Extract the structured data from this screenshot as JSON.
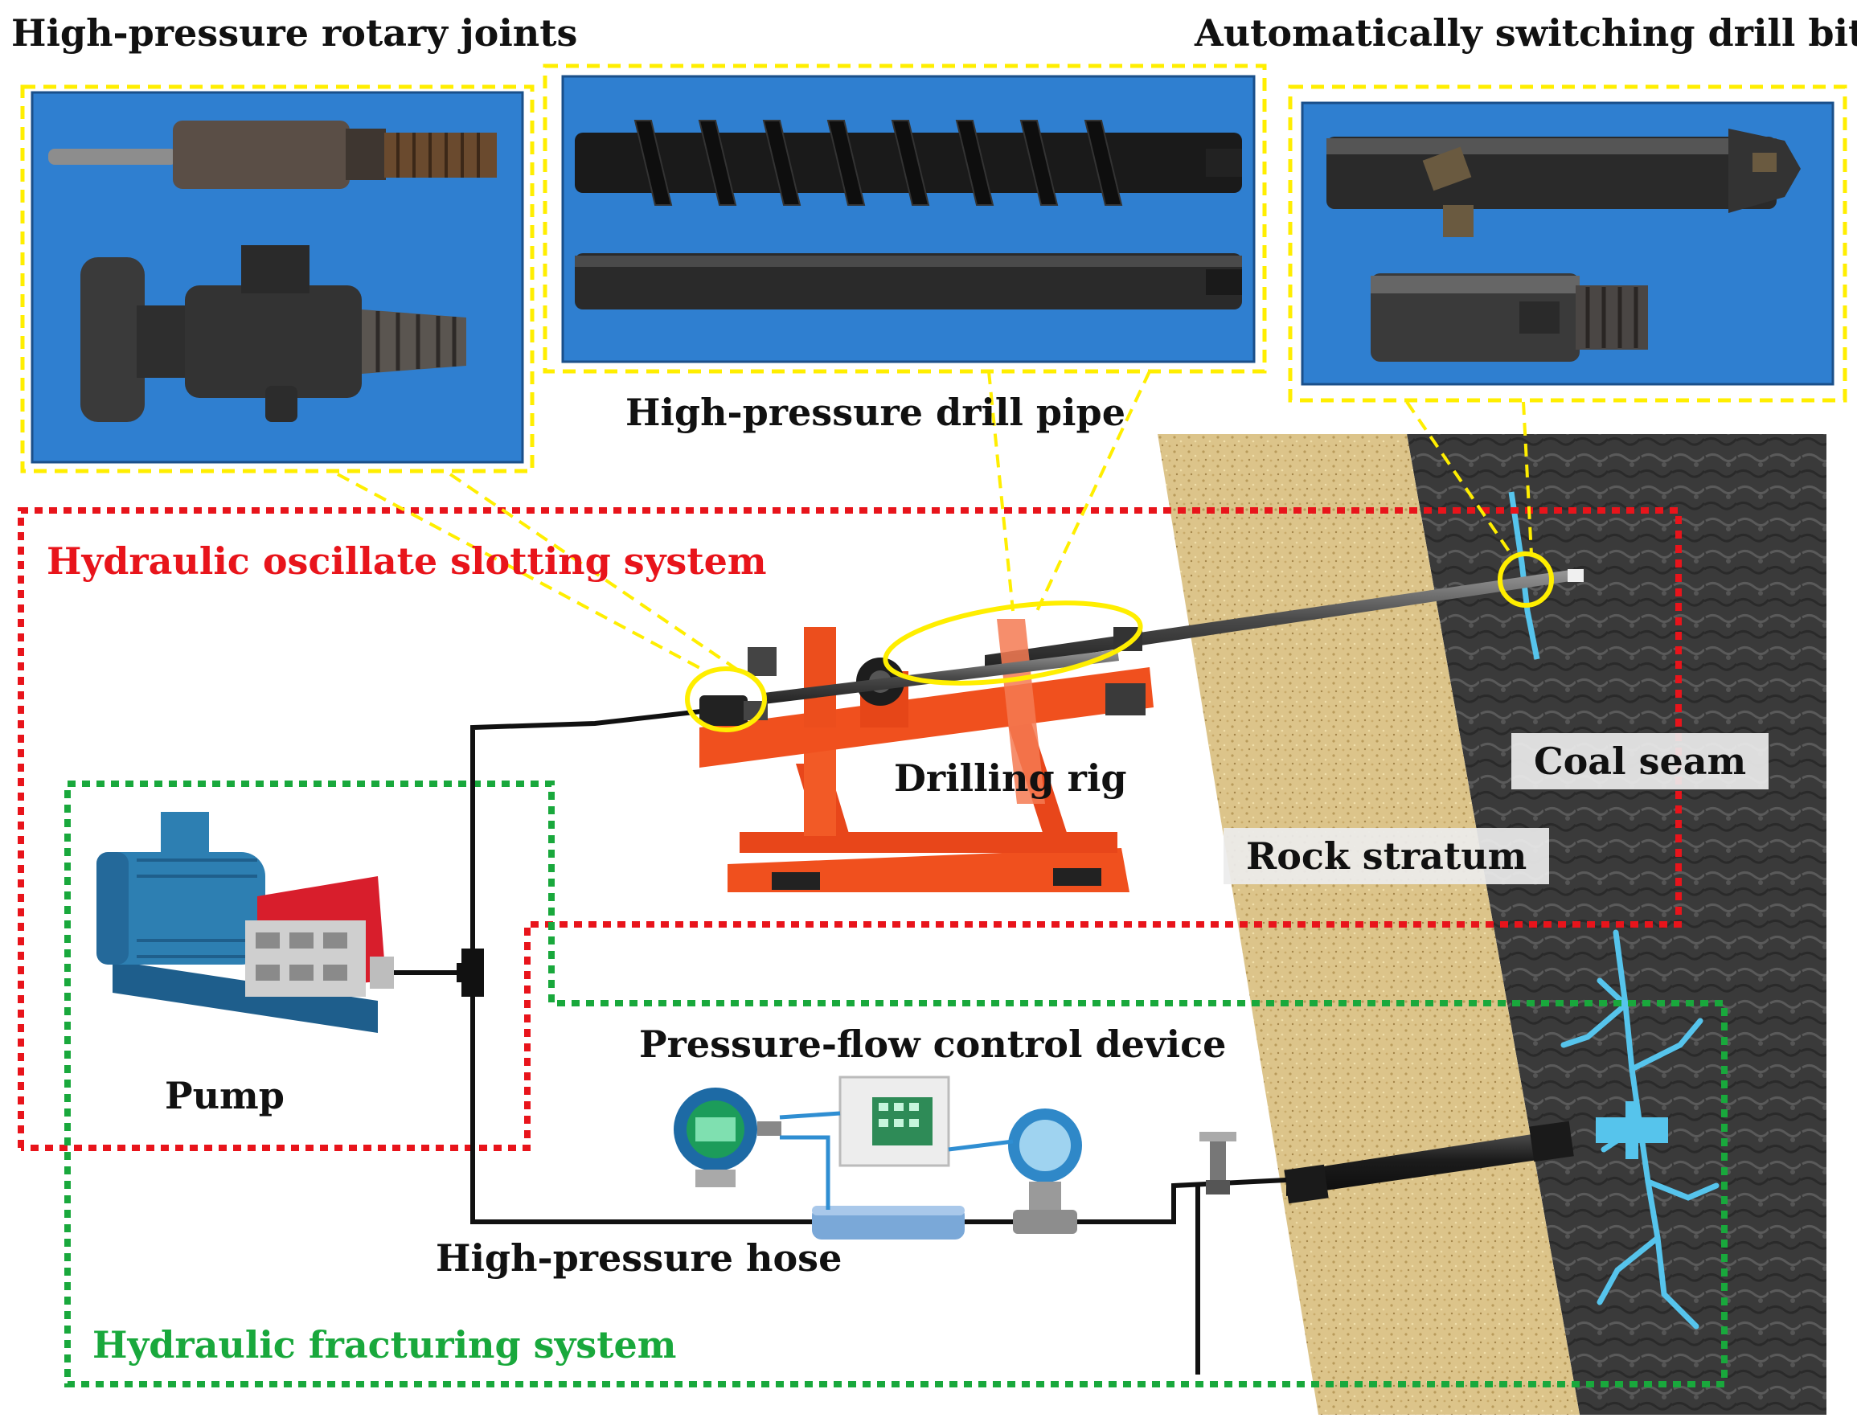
{
  "labels": {
    "rotary_joints": "High-pressure rotary joints",
    "drill_bit": "Automatically switching drill bit",
    "drill_pipe": "High-pressure drill pipe",
    "slotting_system": "Hydraulic oscillate slotting system",
    "drilling_rig": "Drilling  rig",
    "coal_seam": "Coal seam",
    "rock_stratum": "Rock stratum",
    "pump": "Pump",
    "control_device": "Pressure-flow control device",
    "hose": "High-pressure hose",
    "fracturing_system": "Hydraulic fracturing system"
  },
  "colors": {
    "slotting_system": "#e8141b",
    "fracturing_system": "#19a83c",
    "callout": "#ffee00",
    "photo_bg": "#2f7fd0",
    "rock": "#d8bf82",
    "coal": "#3c3c3c",
    "fracture": "#56c4ec",
    "rig": "#f0501e",
    "pump_motor": "#2d7fb2",
    "pump_head": "#d81e2c"
  }
}
